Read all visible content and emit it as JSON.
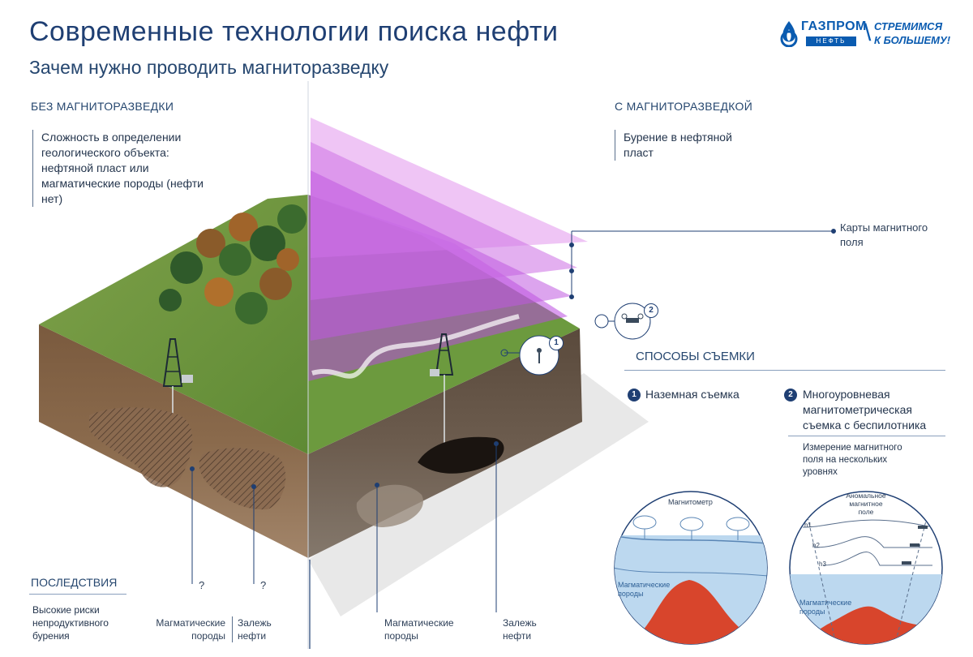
{
  "header": {
    "title": "Современные технологии поиска нефти",
    "subtitle": "Зачем нужно проводить магниторазведку"
  },
  "logo": {
    "name": "ГАЗПРОМ",
    "sub": "НЕФТЬ",
    "divider": "\\",
    "slogan_line1": "СТРЕМИМСЯ",
    "slogan_line2": "К БОЛЬШЕМУ!"
  },
  "left": {
    "heading": "БЕЗ МАГНИТОРАЗВЕДКИ",
    "note": "Сложность в определении геологического объекта: нефтяной пласт или магматические породы (нефти нет)",
    "label_magmatic": "Магматические породы",
    "label_deposit": "Залежь нефти",
    "question_mark": "?"
  },
  "right": {
    "heading": "С МАГНИТОРАЗВЕДКОЙ",
    "note": "Бурение в нефтяной пласт",
    "maps_label": "Карты магнитного поля",
    "label_magmatic": "Магматические породы",
    "label_deposit": "Залежь нефти"
  },
  "consequences": {
    "title": "ПОСЛЕДСТВИЯ",
    "text": "Высокие риски непродуктивного бурения"
  },
  "methods": {
    "title": "СПОСОБЫ СЪЕМКИ",
    "items": [
      {
        "num": "1",
        "text": "Наземная съемка"
      },
      {
        "num": "2",
        "text": "Многоуровневая магнитометрическая съемка с беспилотника"
      }
    ],
    "note": "Измерение магнитного поля на нескольких уровнях"
  },
  "inset_ground": {
    "label_top": "Магнитометр",
    "label_rock": "Магматические породы"
  },
  "inset_drone": {
    "label_top": "Аномальное магнитное поле",
    "h1": "h1",
    "h2": "h2",
    "h3": "h3",
    "label_rock": "Магматические породы"
  },
  "callouts": {
    "one": "1",
    "two": "2"
  },
  "colors": {
    "brand": "#0a5bb0",
    "title": "#1f3f73",
    "magnetic_layer": "#d24fe0",
    "magma": "#d8452c",
    "water": "#bcd8ef"
  }
}
